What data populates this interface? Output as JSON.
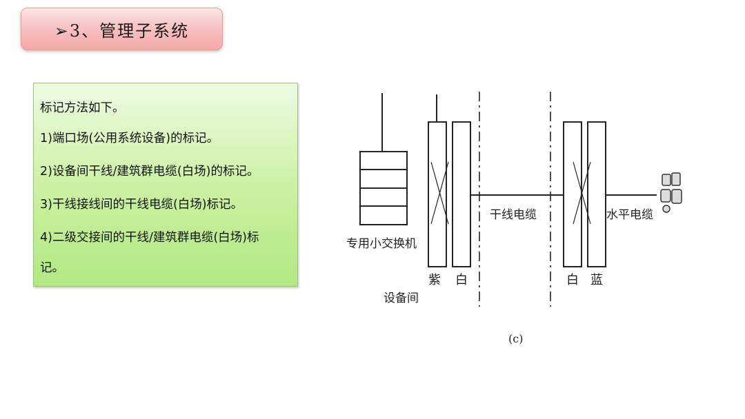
{
  "slide": {
    "title": "➢3、管理子系统",
    "paragraphs": [
      "标记方法如下。",
      "1)端口场(公用系统设备)的标记。",
      "2)设备间干线/建筑群电缆(白场)的标记。",
      "3)干线接线间的干线电缆(白场)标记。",
      "4)二级交接间的干线/建筑群电缆(白场)标",
      "记。"
    ]
  },
  "diagram": {
    "switch_label": "专用小交换机",
    "room_label": "设备间",
    "trunk_cable_label": "干线电缆",
    "horizontal_cable_label": "水平电缆",
    "field_purple": "紫",
    "field_white_1": "白",
    "field_white_2": "白",
    "field_blue": "蓝",
    "caption": "(c)"
  }
}
